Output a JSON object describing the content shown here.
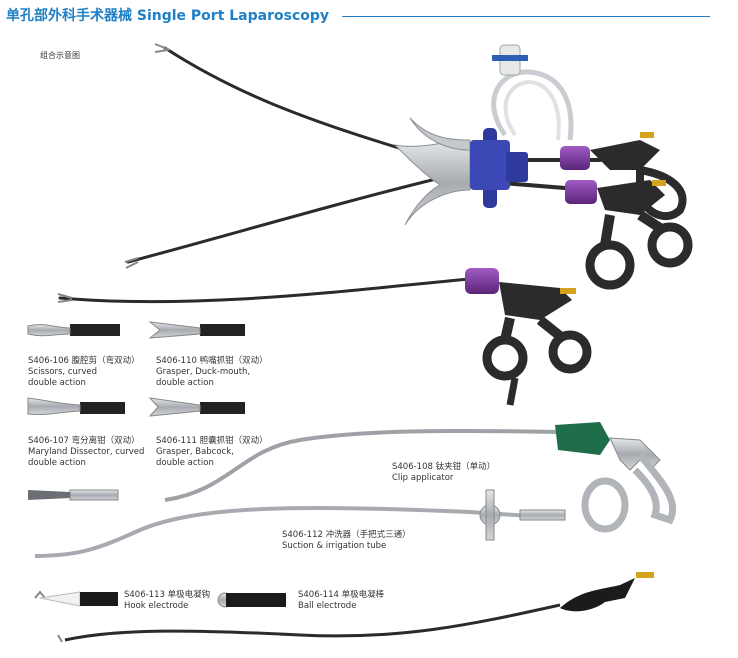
{
  "header": {
    "title_cn": "单孔部外科手术器械",
    "title_en": "Single Port Laparoscopy",
    "accent_color": "#1f7fc7"
  },
  "assembly_caption": "组合示意图",
  "instruments": [
    {
      "code": "S406-106 腹腔剪（弯双动）",
      "line2": "Scissors, curved",
      "line3": "double action"
    },
    {
      "code": "S406-110 鸭嘴抓钳（双动）",
      "line2": "Grasper, Duck-mouth,",
      "line3": "double action"
    },
    {
      "code": "S406-107 弯分离钳（双动）",
      "line2": "Maryland Dissector, curved",
      "line3": "double action"
    },
    {
      "code": "S406-111 胆囊抓钳（双动）",
      "line2": "Grasper, Babcock,",
      "line3": "double action"
    },
    {
      "code": "S406-108 钛夹钳（单动）",
      "line2": "Clip applicator"
    },
    {
      "code": "S406-112 冲洗器（手把式三通）",
      "line2": "Suction & irrigation tube"
    },
    {
      "code": "S406-113 单极电凝钩",
      "line2": "Hook electrode"
    },
    {
      "code": "S406-114 单极电凝棒",
      "line2": "Ball electrode"
    }
  ],
  "colors": {
    "shaft": "#2b2b2b",
    "port_blue": "#2e3a9e",
    "knob_purple": "#7a3a9e",
    "knob_green": "#1f6e4a",
    "steel": "#b9bcc0",
    "gold": "#d4a21c"
  }
}
